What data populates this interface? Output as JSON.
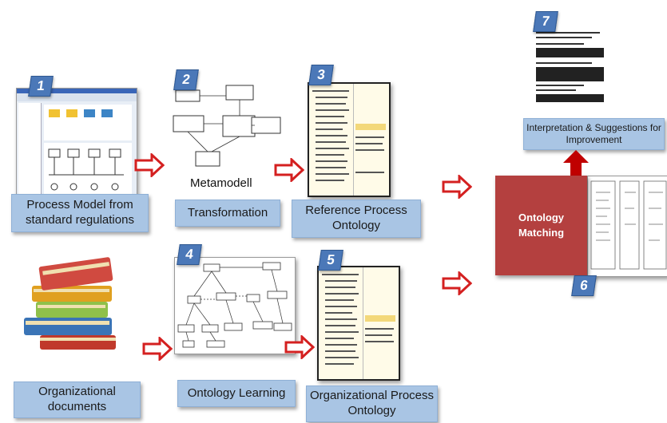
{
  "steps": {
    "s1": {
      "number": "1",
      "label": "Process Model from standard regulations"
    },
    "s2": {
      "number": "2",
      "caption": "Metamodell",
      "label": "Transformation"
    },
    "s3": {
      "number": "3",
      "label": "Reference Process Ontology"
    },
    "s4": {
      "number": "4",
      "label": "Ontology Learning"
    },
    "s5": {
      "number": "5",
      "label": "Organizational Process Ontology"
    },
    "s6": {
      "number": "6",
      "label": "Ontology Matching"
    },
    "s7": {
      "number": "7",
      "label": "Interpretation & Suggestions for Improvement"
    },
    "docs": {
      "label": "Organizational documents"
    }
  },
  "colors": {
    "badge": "#4b78b8",
    "label_box": "#a9c5e4",
    "arrow": "#d42020",
    "matching_box": "#b4403f",
    "up_arrow": "#c00000"
  }
}
